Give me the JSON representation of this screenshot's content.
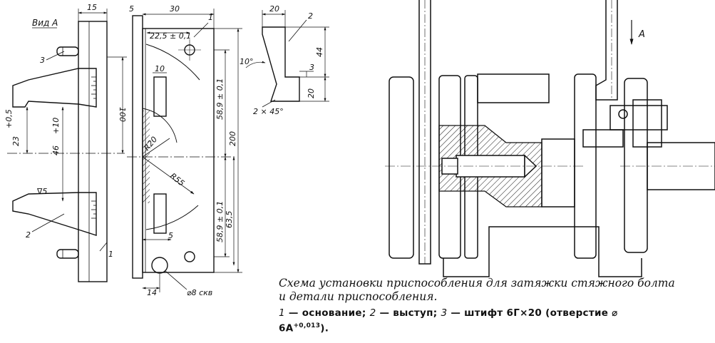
{
  "view_label": "Вид А",
  "arrow_label": "А",
  "dimensions": {
    "w15": "15",
    "w5": "5",
    "w30": "30",
    "w22_5": "22,5 ± 0,1",
    "w10": "10",
    "h100": "100",
    "h200": "200",
    "h58_9_top": "58,9 ± 0,1",
    "h58_9_bot": "58,9 ± 0,1",
    "h63_5": "63,5",
    "r20": "R20",
    "r55": "R55",
    "h23": "23",
    "h23_tol": "+0,5",
    "h46": "46",
    "h46_tol": "+10",
    "rough": "∇5",
    "w5_bottom": "5",
    "w14": "14",
    "hole": "⌀8 скв",
    "p2_w20": "20",
    "p2_h44": "44",
    "p2_h3": "3",
    "p2_h20": "20",
    "p2_angle": "10°",
    "p2_chamfer": "2 × 45°"
  },
  "callouts": {
    "c1_base": "1",
    "c1_plate": "1",
    "c2_part": "2",
    "c2_side": "2",
    "c3": "3"
  },
  "caption": {
    "title_line1": "Схема установки приспособления для затяжки стяжного болта",
    "title_line2": "и детали приспособления.",
    "legend_n1": "1",
    "legend_t1": "— основание;",
    "legend_n2": "2",
    "legend_t2": "— выступ;",
    "legend_n3": "3",
    "legend_t3": "— штифт 6Г×20 (отверстие ⌀",
    "legend_line2": "6А",
    "legend_sup": "+0,013",
    "legend_end": ")."
  }
}
